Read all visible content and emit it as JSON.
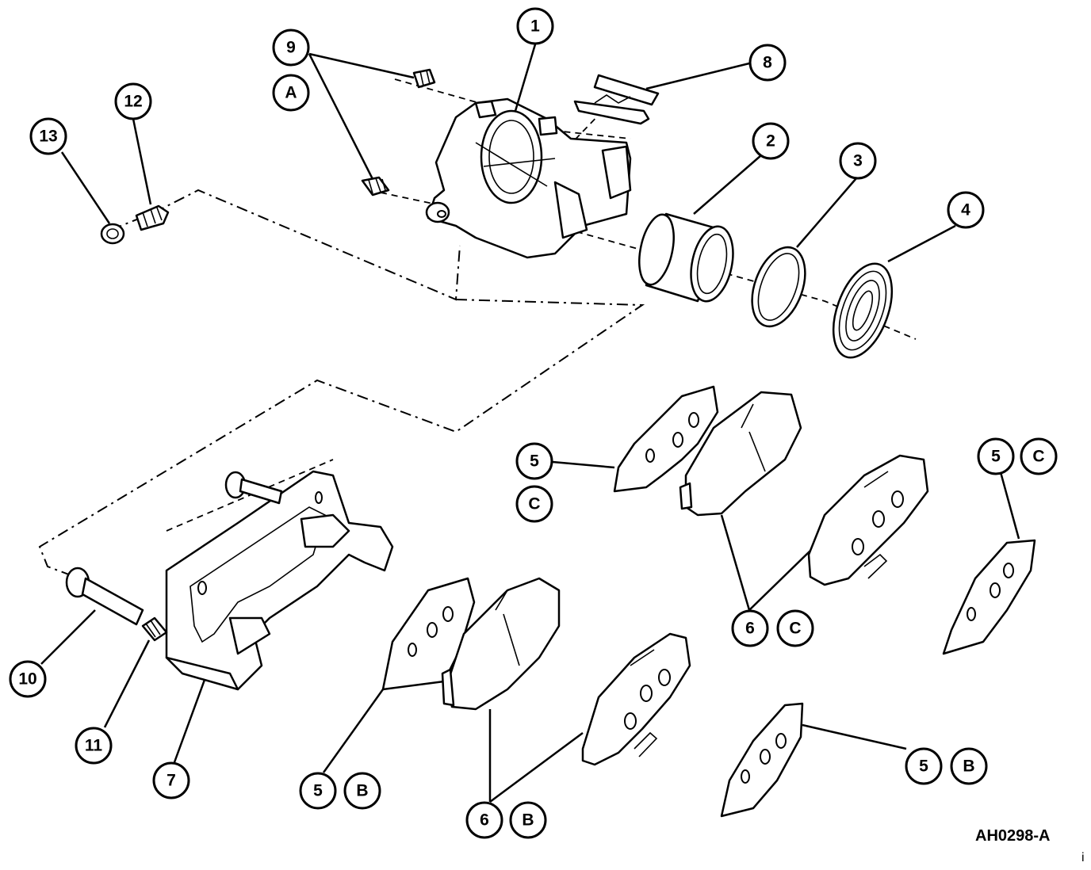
{
  "figure_code": "AH0298-A",
  "corner_mark": "i",
  "callouts": [
    {
      "id": "c1",
      "label": "1"
    },
    {
      "id": "c9",
      "label": "9"
    },
    {
      "id": "cA",
      "label": "A"
    },
    {
      "id": "c8",
      "label": "8"
    },
    {
      "id": "c12",
      "label": "12"
    },
    {
      "id": "c13",
      "label": "13"
    },
    {
      "id": "c2",
      "label": "2"
    },
    {
      "id": "c3",
      "label": "3"
    },
    {
      "id": "c4",
      "label": "4"
    },
    {
      "id": "c5a",
      "label": "5"
    },
    {
      "id": "c5aC",
      "label": "C"
    },
    {
      "id": "c5b",
      "label": "5"
    },
    {
      "id": "c5bC",
      "label": "C"
    },
    {
      "id": "c6a",
      "label": "6"
    },
    {
      "id": "c6aC",
      "label": "C"
    },
    {
      "id": "c10",
      "label": "10"
    },
    {
      "id": "c11",
      "label": "11"
    },
    {
      "id": "c7",
      "label": "7"
    },
    {
      "id": "c5c",
      "label": "5"
    },
    {
      "id": "c5cB",
      "label": "B"
    },
    {
      "id": "c6b",
      "label": "6"
    },
    {
      "id": "c6bB",
      "label": "B"
    },
    {
      "id": "c5d",
      "label": "5"
    },
    {
      "id": "c5dB",
      "label": "B"
    }
  ]
}
